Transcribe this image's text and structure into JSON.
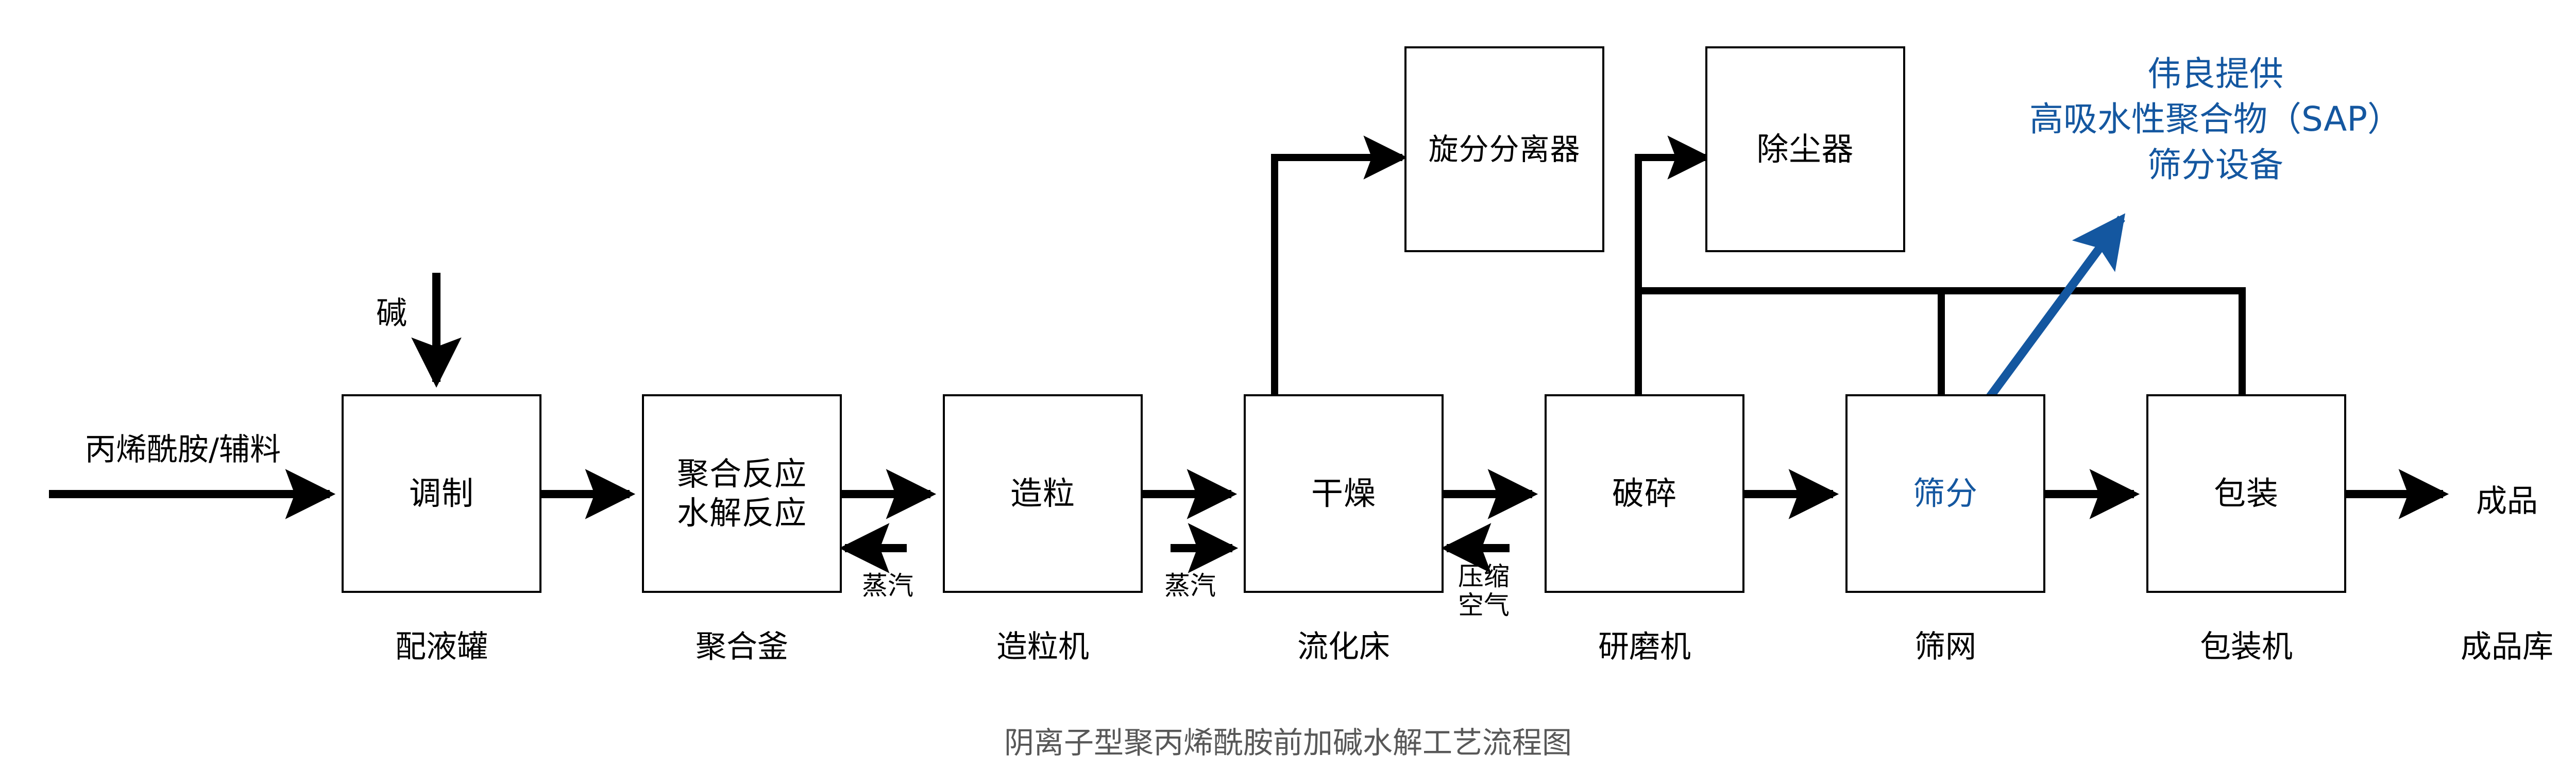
{
  "diagram": {
    "title": "阴离子型聚丙烯酰胺前加碱水解工艺流程图",
    "title_color": "#585858",
    "accent_color": "#1457a0",
    "line_color": "#000000",
    "background": "#ffffff"
  },
  "inputs": {
    "feedstock": "丙烯酰胺/辅料",
    "alkali": "碱"
  },
  "outputs": {
    "product": "成品",
    "product_store": "成品库"
  },
  "main_nodes": [
    {
      "label": "调制",
      "equipment": "配液罐"
    },
    {
      "label": "聚合反应\n水解反应",
      "line1": "聚合反应",
      "line2": "水解反应",
      "equipment": "聚合釜"
    },
    {
      "label": "造粒",
      "equipment": "造粒机"
    },
    {
      "label": "干燥",
      "equipment": "流化床"
    },
    {
      "label": "破碎",
      "equipment": "研磨机"
    },
    {
      "label": "筛分",
      "equipment": "筛网"
    },
    {
      "label": "包装",
      "equipment": "包装机"
    }
  ],
  "aux_nodes": [
    {
      "label": "旋分分离器"
    },
    {
      "label": "除尘器"
    }
  ],
  "utilities": [
    {
      "label": "蒸汽"
    },
    {
      "label": "蒸汽"
    },
    {
      "label_line1": "压缩",
      "label_line2": "空气"
    }
  ],
  "annotation": {
    "line1": "伟良提供",
    "line2": "高吸水性聚合物（SAP）",
    "line3": "筛分设备"
  }
}
